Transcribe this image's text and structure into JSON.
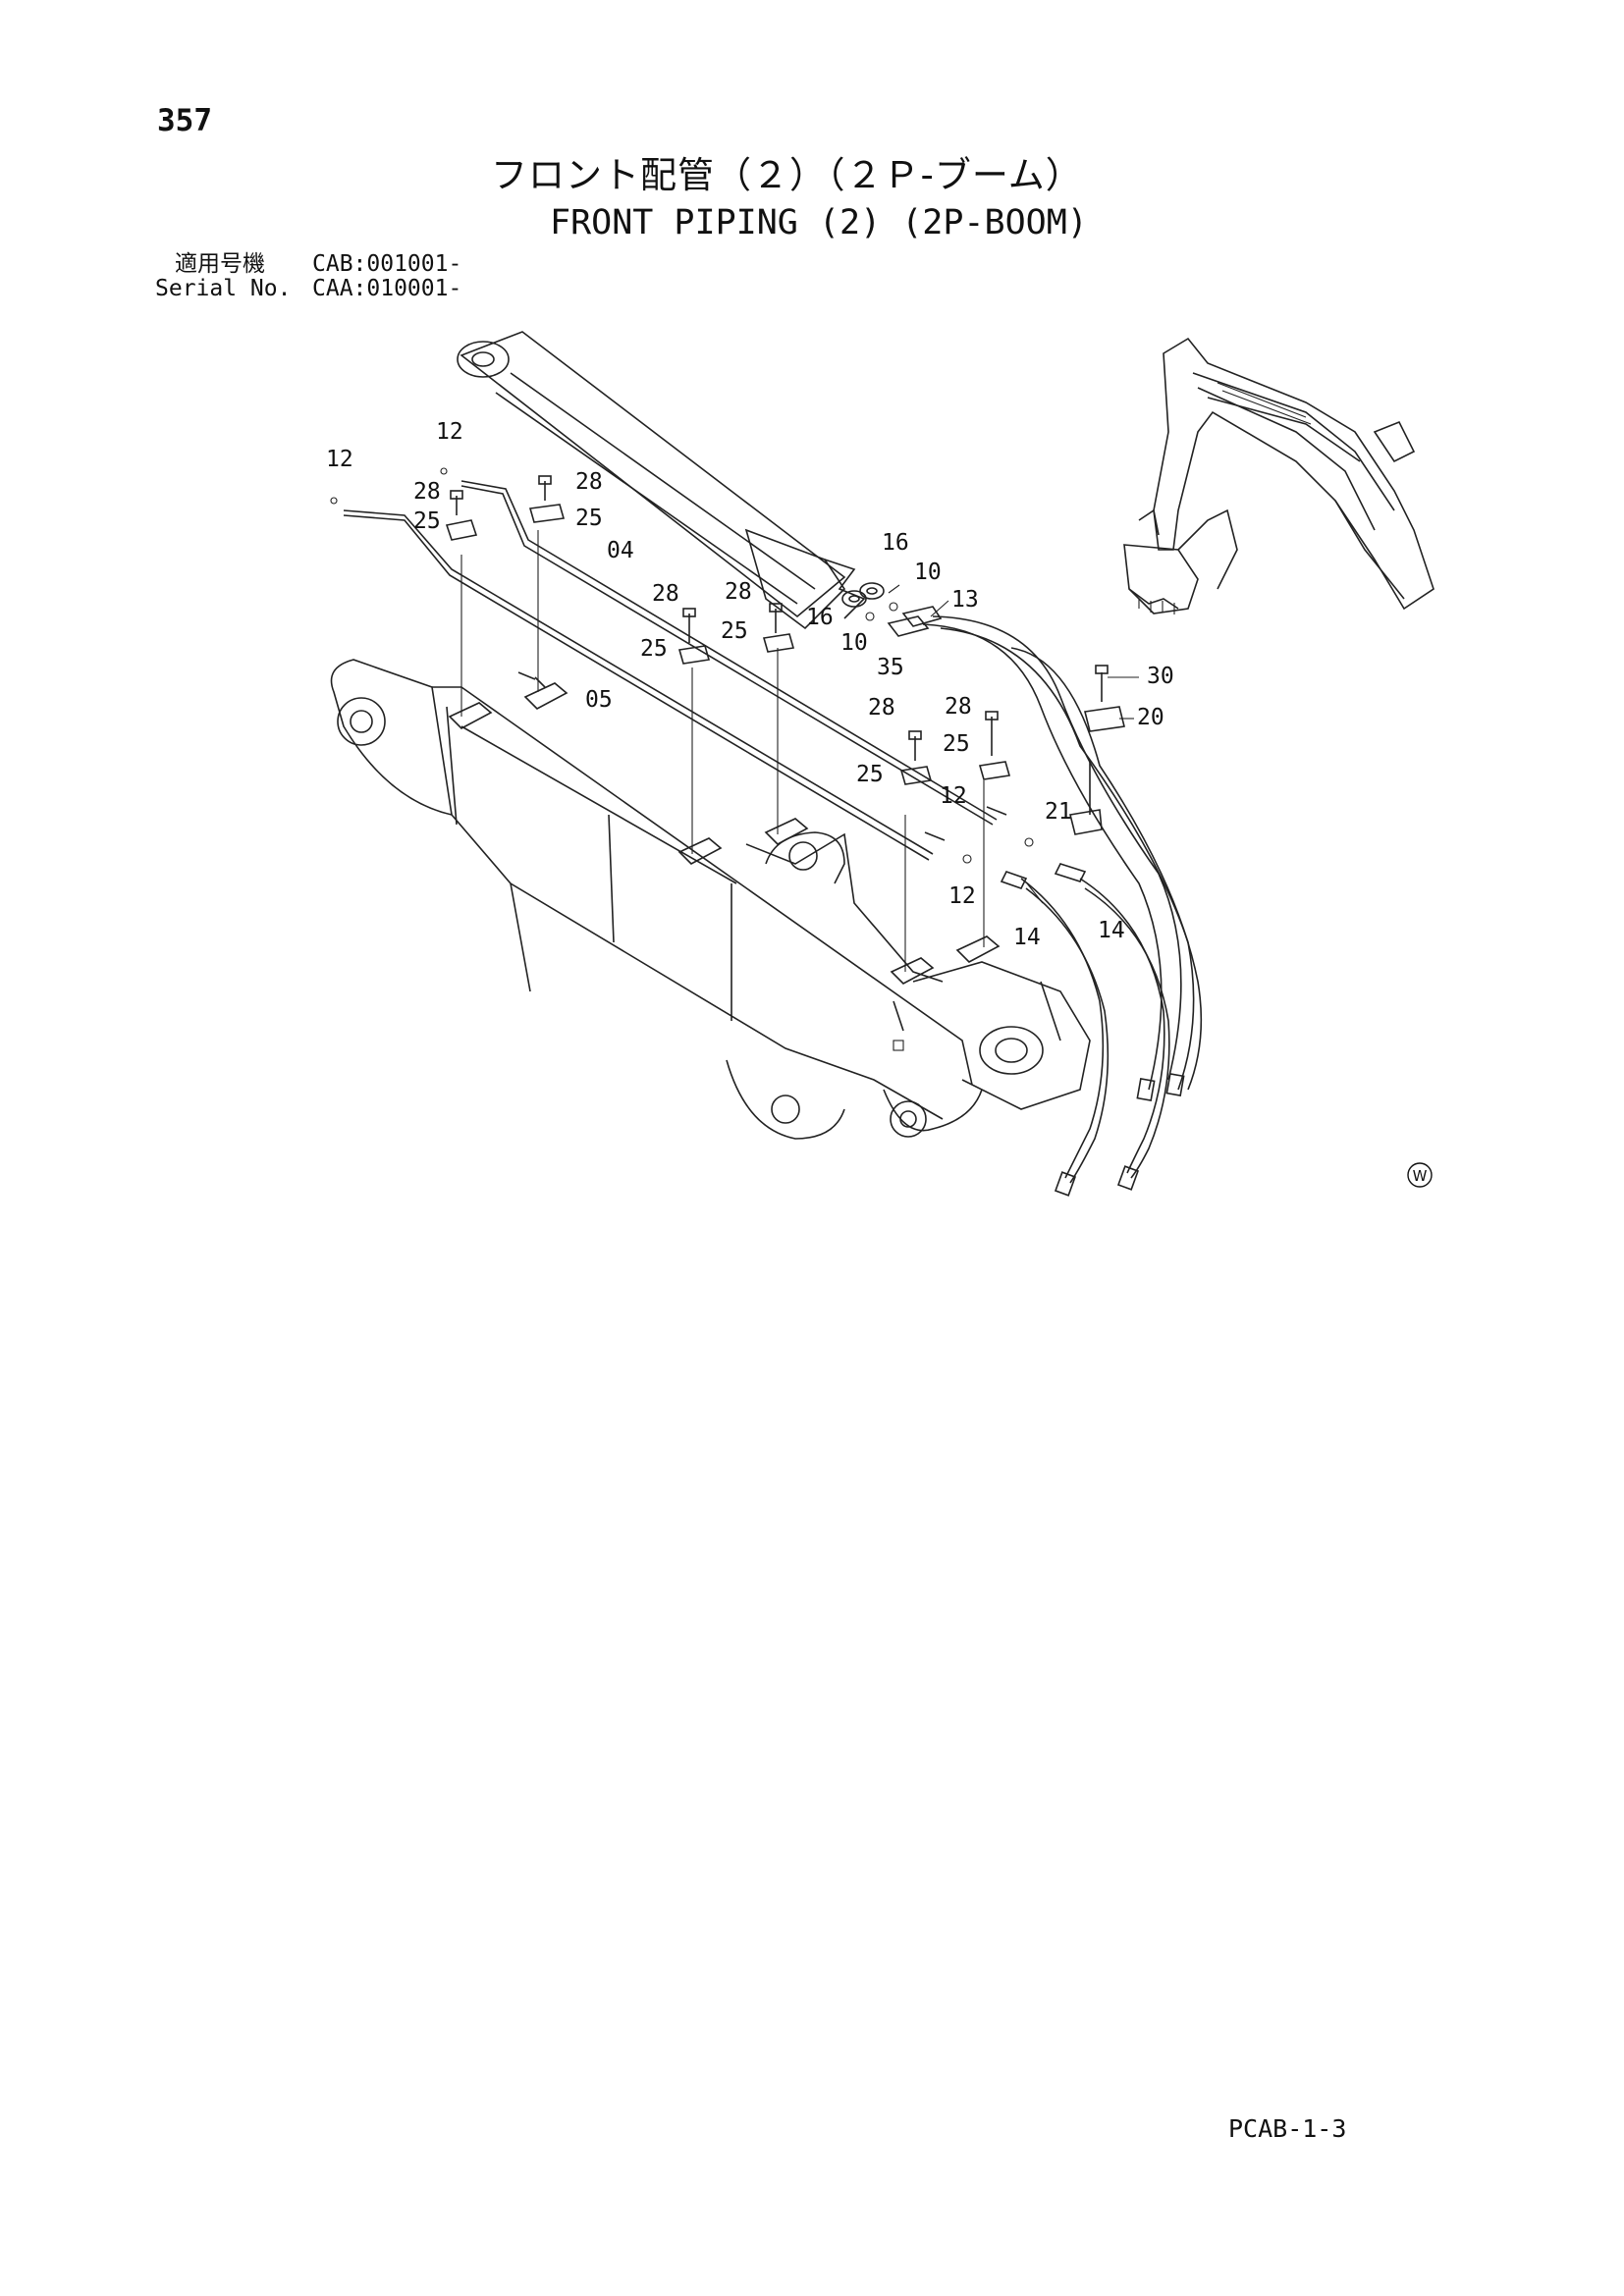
{
  "page": {
    "number": "357",
    "title_ja": "フロント配管（２）（２Ｐ-ブーム）",
    "title_en": "FRONT PIPING (2) (2P-BOOM)",
    "serial_label_ja": "適用号機",
    "serial_value_ja": "CAB:001001-",
    "serial_label_en": "Serial No.",
    "serial_value_en": "CAA:010001-",
    "footer_code": "PCAB-1-3"
  },
  "diagram": {
    "watermark_symbol": "W",
    "callouts": {
      "c12a": "12",
      "c12b": "12",
      "c12c": "12",
      "c12d": "12",
      "c28a": "28",
      "c28b": "28",
      "c28c": "28",
      "c28d": "28",
      "c28e": "28",
      "c28f": "28",
      "c25a": "25",
      "c25b": "25",
      "c25c": "25",
      "c25d": "25",
      "c25e": "25",
      "c25f": "25",
      "c04": "04",
      "c05": "05",
      "c16a": "16",
      "c16b": "16",
      "c10a": "10",
      "c10b": "10",
      "c35": "35",
      "c13": "13",
      "c30": "30",
      "c20": "20",
      "c21": "21",
      "c14a": "14",
      "c14b": "14"
    }
  }
}
